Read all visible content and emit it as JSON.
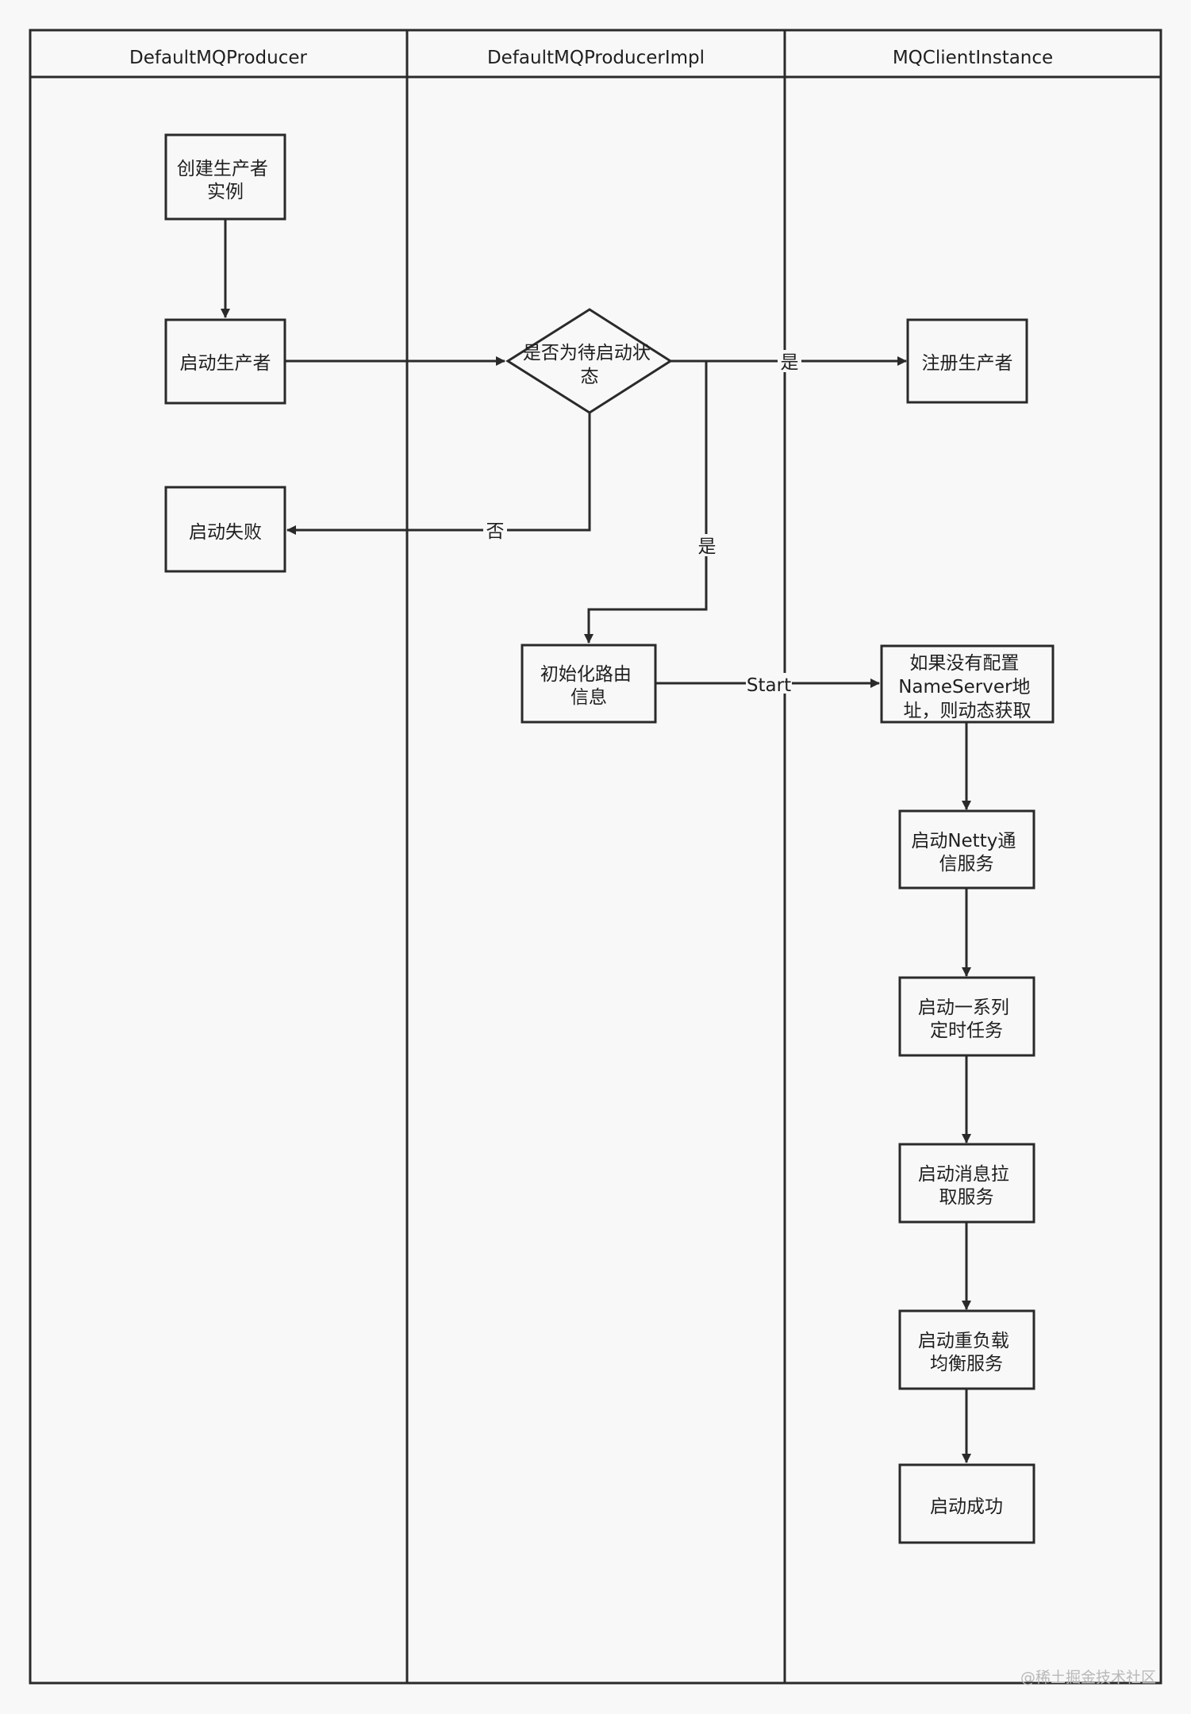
{
  "lanes": [
    {
      "id": "lane1",
      "title": "DefaultMQProducer"
    },
    {
      "id": "lane2",
      "title": "DefaultMQProducerImpl"
    },
    {
      "id": "lane3",
      "title": "MQClientInstance"
    }
  ],
  "nodes": {
    "create": [
      "创建生产者",
      "实例"
    ],
    "start": [
      "启动生产者"
    ],
    "fail": [
      "启动失败"
    ],
    "decision": [
      "是否为待启动状",
      "态"
    ],
    "register": [
      "注册生产者"
    ],
    "init_route": [
      "初始化路由",
      "信息"
    ],
    "nameserver": [
      "如果没有配置",
      "NameServer地",
      "址，则动态获取"
    ],
    "netty": [
      "启动Netty通",
      "信服务"
    ],
    "tasks": [
      "启动一系列",
      "定时任务"
    ],
    "pull": [
      "启动消息拉",
      "取服务"
    ],
    "rebalance": [
      "启动重负载",
      "均衡服务"
    ],
    "success": [
      "启动成功"
    ]
  },
  "edge_labels": {
    "yes_register": "是",
    "no_fail": "否",
    "yes_init": "是",
    "start": "Start"
  },
  "watermark": "@稀土掘金技术社区"
}
